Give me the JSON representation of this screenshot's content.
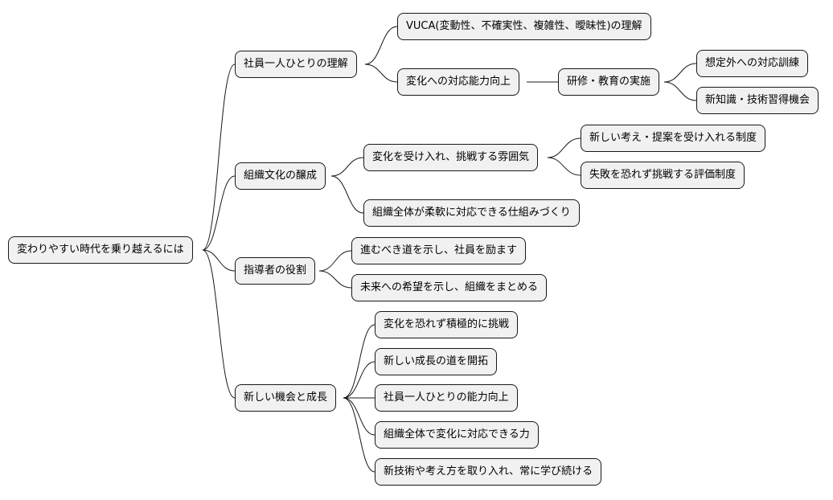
{
  "mindmap": {
    "root": "変わりやすい時代を乗り越えるには",
    "b1": {
      "label": "社員一人ひとりの理解",
      "c1": "VUCA(変動性、不確実性、複雑性、曖昧性)の理解",
      "c2": "変化への対応能力向上",
      "c2_1": "研修・教育の実施",
      "c2_1_1": "想定外への対応訓練",
      "c2_1_2": "新知識・技術習得機会"
    },
    "b2": {
      "label": "組織文化の醸成",
      "c1": "変化を受け入れ、挑戦する雰囲気",
      "c1_1": "新しい考え・提案を受け入れる制度",
      "c1_2": "失敗を恐れず挑戦する評価制度",
      "c2": "組織全体が柔軟に対応できる仕組みづくり"
    },
    "b3": {
      "label": "指導者の役割",
      "c1": "進むべき道を示し、社員を励ます",
      "c2": "未来への希望を示し、組織をまとめる"
    },
    "b4": {
      "label": "新しい機会と成長",
      "c1": "変化を恐れず積極的に挑戦",
      "c2": "新しい成長の道を開拓",
      "c3": "社員一人ひとりの能力向上",
      "c4": "組織全体で変化に対応できる力",
      "c5": "新技術や考え方を取り入れ、常に学び続ける"
    }
  }
}
